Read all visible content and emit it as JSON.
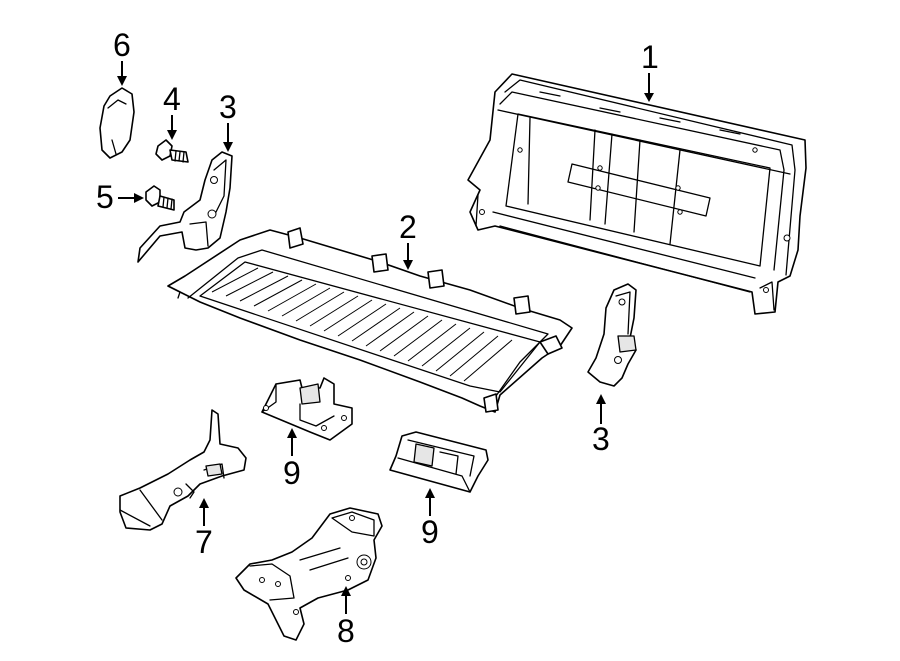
{
  "diagram": {
    "callouts": {
      "c1": "1",
      "c2": "2",
      "c3a": "3",
      "c3b": "3",
      "c4": "4",
      "c5": "5",
      "c6": "6",
      "c7": "7",
      "c8": "8",
      "c9a": "9",
      "c9b": "9"
    }
  }
}
